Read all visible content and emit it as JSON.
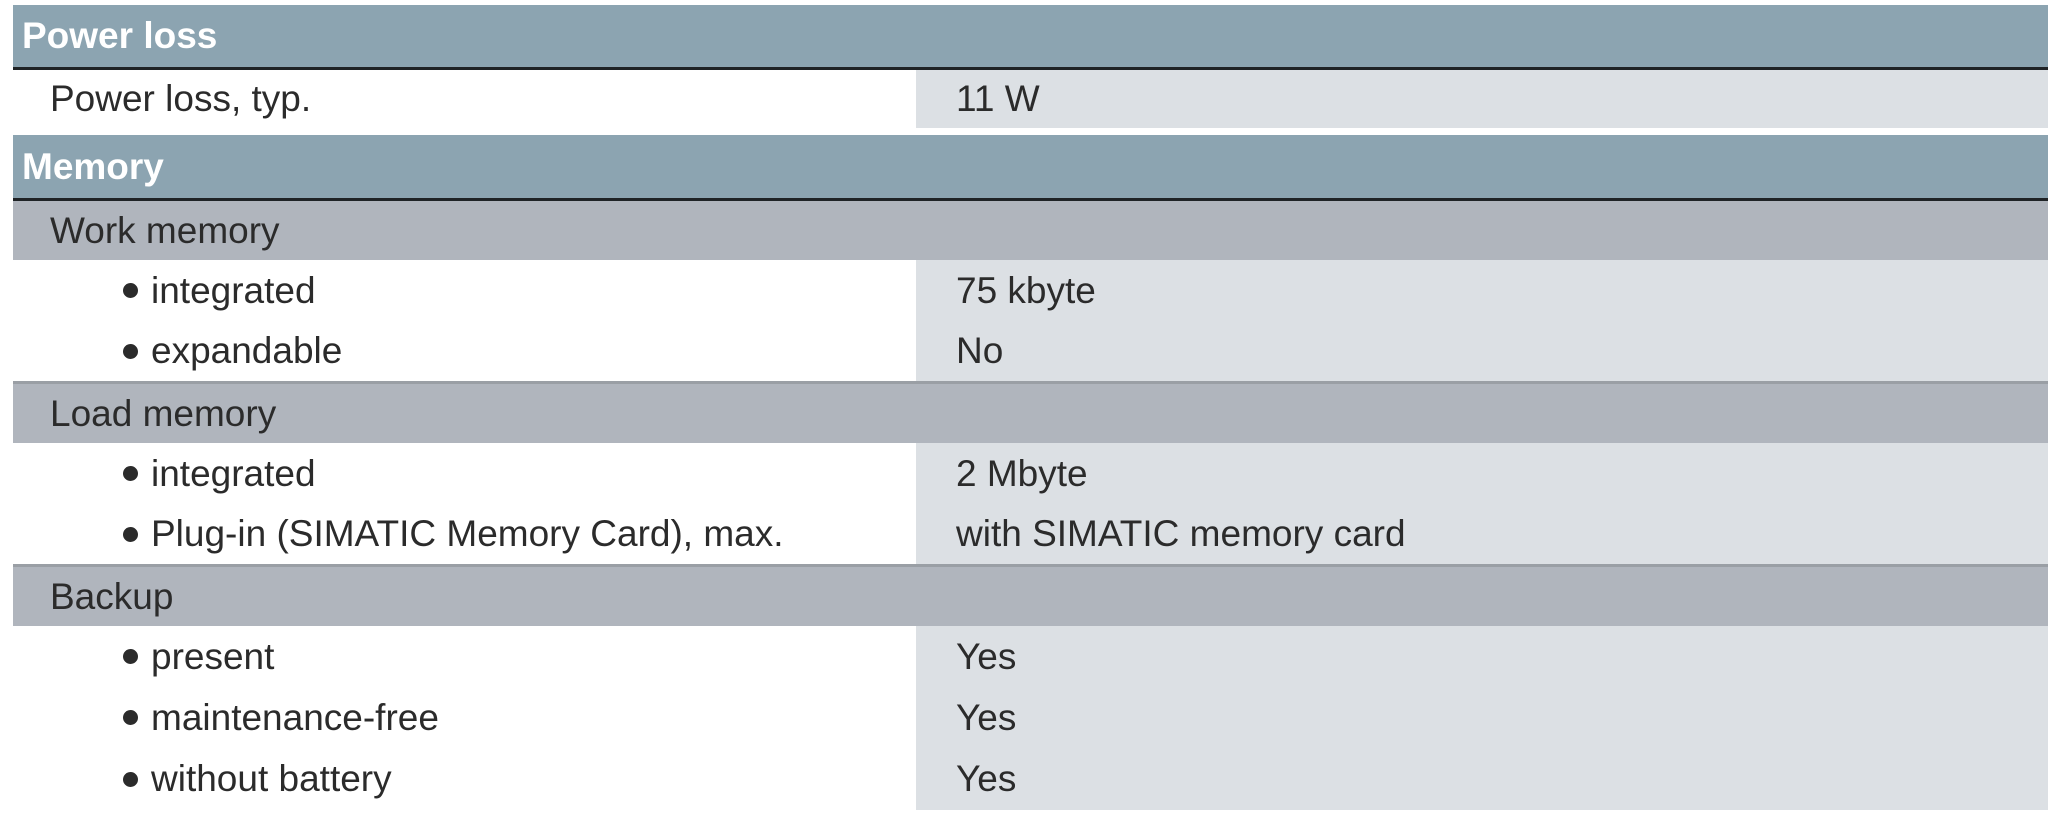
{
  "sections": {
    "power_loss": {
      "title": "Power loss",
      "typ_label": "Power loss, typ.",
      "typ_value": "11 W"
    },
    "memory": {
      "title": "Memory",
      "work_memory": {
        "label": "Work memory",
        "integrated_label": "integrated",
        "integrated_value": "75 kbyte",
        "expandable_label": "expandable",
        "expandable_value": "No"
      },
      "load_memory": {
        "label": "Load memory",
        "integrated_label": "integrated",
        "integrated_value": "2 Mbyte",
        "plugin_label": "Plug-in (SIMATIC Memory Card), max.",
        "plugin_value": "with SIMATIC memory card"
      },
      "backup": {
        "label": "Backup",
        "present_label": "present",
        "present_value": "Yes",
        "maintenance_label": "maintenance-free",
        "maintenance_value": "Yes",
        "battery_label": "without battery",
        "battery_value": "Yes"
      }
    }
  }
}
